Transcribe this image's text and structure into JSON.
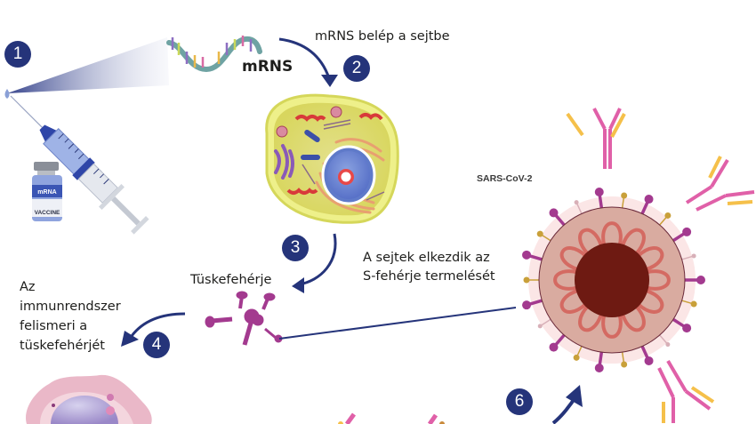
{
  "title": "mRNS vakcina működése",
  "steps": [
    {
      "number": "1",
      "label": ""
    },
    {
      "number": "2",
      "label": "mRNS belép a sejtbe"
    },
    {
      "number": "3",
      "label": "A sejtek elkezdik az S-fehérje termelését"
    },
    {
      "number": "4",
      "label": "Az immunrendszer felismeri a tüskefehérjét"
    },
    {
      "number": "6",
      "label": ""
    }
  ],
  "labels": {
    "mrna": "mRNS",
    "mrna_enters": "mRNS belép a sejtbe",
    "cells_produce_line1": "A sejtek elkezdik az",
    "cells_produce_line2": "S-fehérje termelését",
    "spike_protein": "Tüskefehérje",
    "immune_line1": "Az",
    "immune_line2": "immunrendszer",
    "immune_line3": "felismeri a",
    "immune_line4": "tüskefehérjét",
    "virus": "SARS-CoV-2",
    "vial_top": "mRNA",
    "vial_bottom": "VACCINE"
  },
  "colors": {
    "step_badge": "#25347a",
    "arrow": "#25347a",
    "spike": "#a33a8f",
    "antibody": "#e060a8",
    "antibody_light": "#f5c04a",
    "cell_membrane": "#e8e86a",
    "virus_core": "#6e1a12",
    "virus_shell": "#d9ab9f"
  }
}
